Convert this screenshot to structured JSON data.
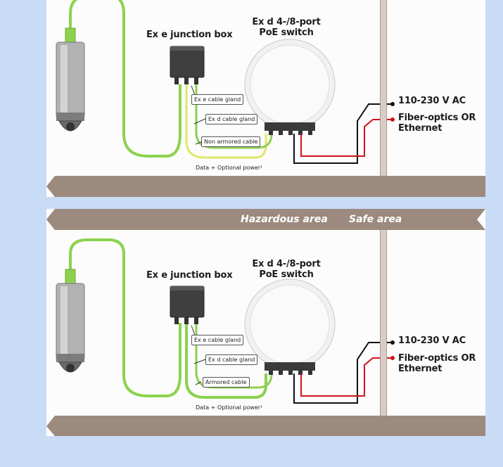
{
  "panel1": {
    "junction_box": "Ex e junction box",
    "switch_line1": "Ex d 4-/8-port",
    "switch_line2": "PoE switch",
    "ac_label": "110-230 V AC",
    "fiber_line1": "Fiber-optics OR",
    "fiber_line2": "Ethernet",
    "callout_gland_e": "Ex e cable gland",
    "callout_gland_d": "Ex d cable gland",
    "callout_cable": "Non armored cable",
    "note": "Data + Optional power¹"
  },
  "zones": {
    "hazardous": "Hazardous area",
    "safe": "Safe area"
  },
  "panel2": {
    "junction_box": "Ex e junction box",
    "switch_line1": "Ex d 4-/8-port",
    "switch_line2": "PoE switch",
    "ac_label": "110-230 V AC",
    "fiber_line1": "Fiber-optics OR",
    "fiber_line2": "Ethernet",
    "callout_gland_e": "Ex e cable gland",
    "callout_gland_d": "Ex d cable gland",
    "callout_cable": "Armored cable",
    "note": "Data + Optional power¹"
  },
  "colors": {
    "cable_green": "#8cd24e",
    "cable_yellow": "#dfe86a",
    "power_red": "#d0121b",
    "ground": "#9c8a7f",
    "background": "#c9dcf6"
  },
  "icons": [
    "camera-icon",
    "junction-box-icon",
    "poe-switch-icon",
    "arrow-icon"
  ]
}
